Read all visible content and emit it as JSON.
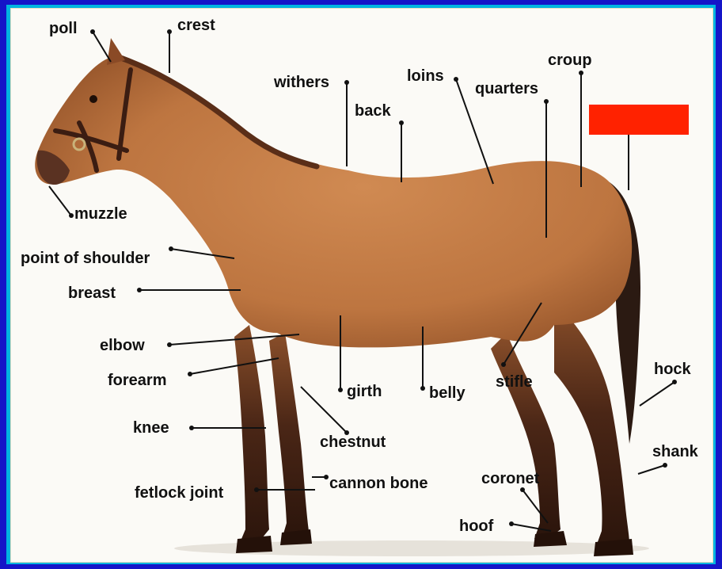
{
  "diagram": {
    "labels": {
      "poll": "poll",
      "crest": "crest",
      "withers": "withers",
      "loins": "loins",
      "croup": "croup",
      "quarters": "quarters",
      "back": "back",
      "muzzle": "muzzle",
      "point_of_shoulder": "point of shoulder",
      "breast": "breast",
      "elbow": "elbow",
      "forearm": "forearm",
      "girth": "girth",
      "belly": "belly",
      "stifle": "stifle",
      "hock": "hock",
      "knee": "knee",
      "chestnut": "chestnut",
      "shank": "shank",
      "fetlock_joint": "fetlock joint",
      "cannon_bone": "cannon bone",
      "coronet": "coronet",
      "hoof": "hoof"
    },
    "colors": {
      "outer_border": "#1515c8",
      "inner_border": "#00b4e0",
      "background": "#fbfaf6",
      "horse_coat": "#c07a45",
      "horse_dark": "#3a1e12",
      "redaction_box": "#ff2200"
    }
  }
}
